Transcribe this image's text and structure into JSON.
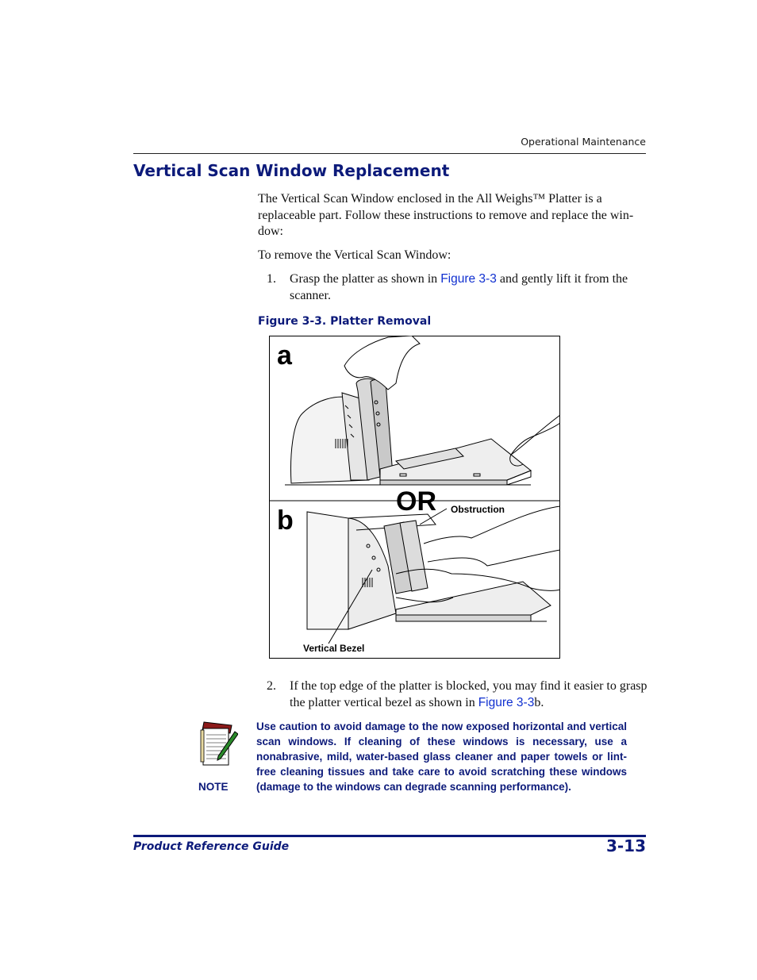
{
  "header": {
    "section": "Operational Maintenance"
  },
  "title": "Vertical Scan Window Replacement",
  "intro": "The Vertical Scan Window enclosed in the All Weighs™ Platter is a replaceable part. Follow these instructions to remove and replace the win-dow:",
  "remove_intro": "To remove the Vertical Scan Window:",
  "steps": [
    {
      "num": "1.",
      "before": "Grasp the platter as shown in ",
      "link": "Figure 3-3",
      "after": " and gently lift it from the scanner."
    },
    {
      "num": "2.",
      "before": "If the top edge of the platter is blocked, you may find it easier to grasp the platter vertical bezel as shown in ",
      "link": "Figure 3-3",
      "after": "b."
    }
  ],
  "figure": {
    "caption": "Figure 3-3. Platter Removal",
    "label_a": "a",
    "label_b": "b",
    "label_or": "OR",
    "callout_obstruction": "Obstruction",
    "callout_bezel": "Vertical Bezel"
  },
  "note": {
    "label": "NOTE",
    "text": "Use caution to avoid damage to the now exposed horizontal and vertical scan windows. If cleaning of these windows is necessary, use a nonabrasive, mild, water-based glass cleaner and paper towels or lint-free cleaning tissues and take care to avoid scratching these windows (damage to the windows can degrade scanning performance)."
  },
  "footer": {
    "guide": "Product Reference Guide",
    "page": "3-13"
  },
  "colors": {
    "heading": "#0c1a7a",
    "link": "#1030d0"
  }
}
